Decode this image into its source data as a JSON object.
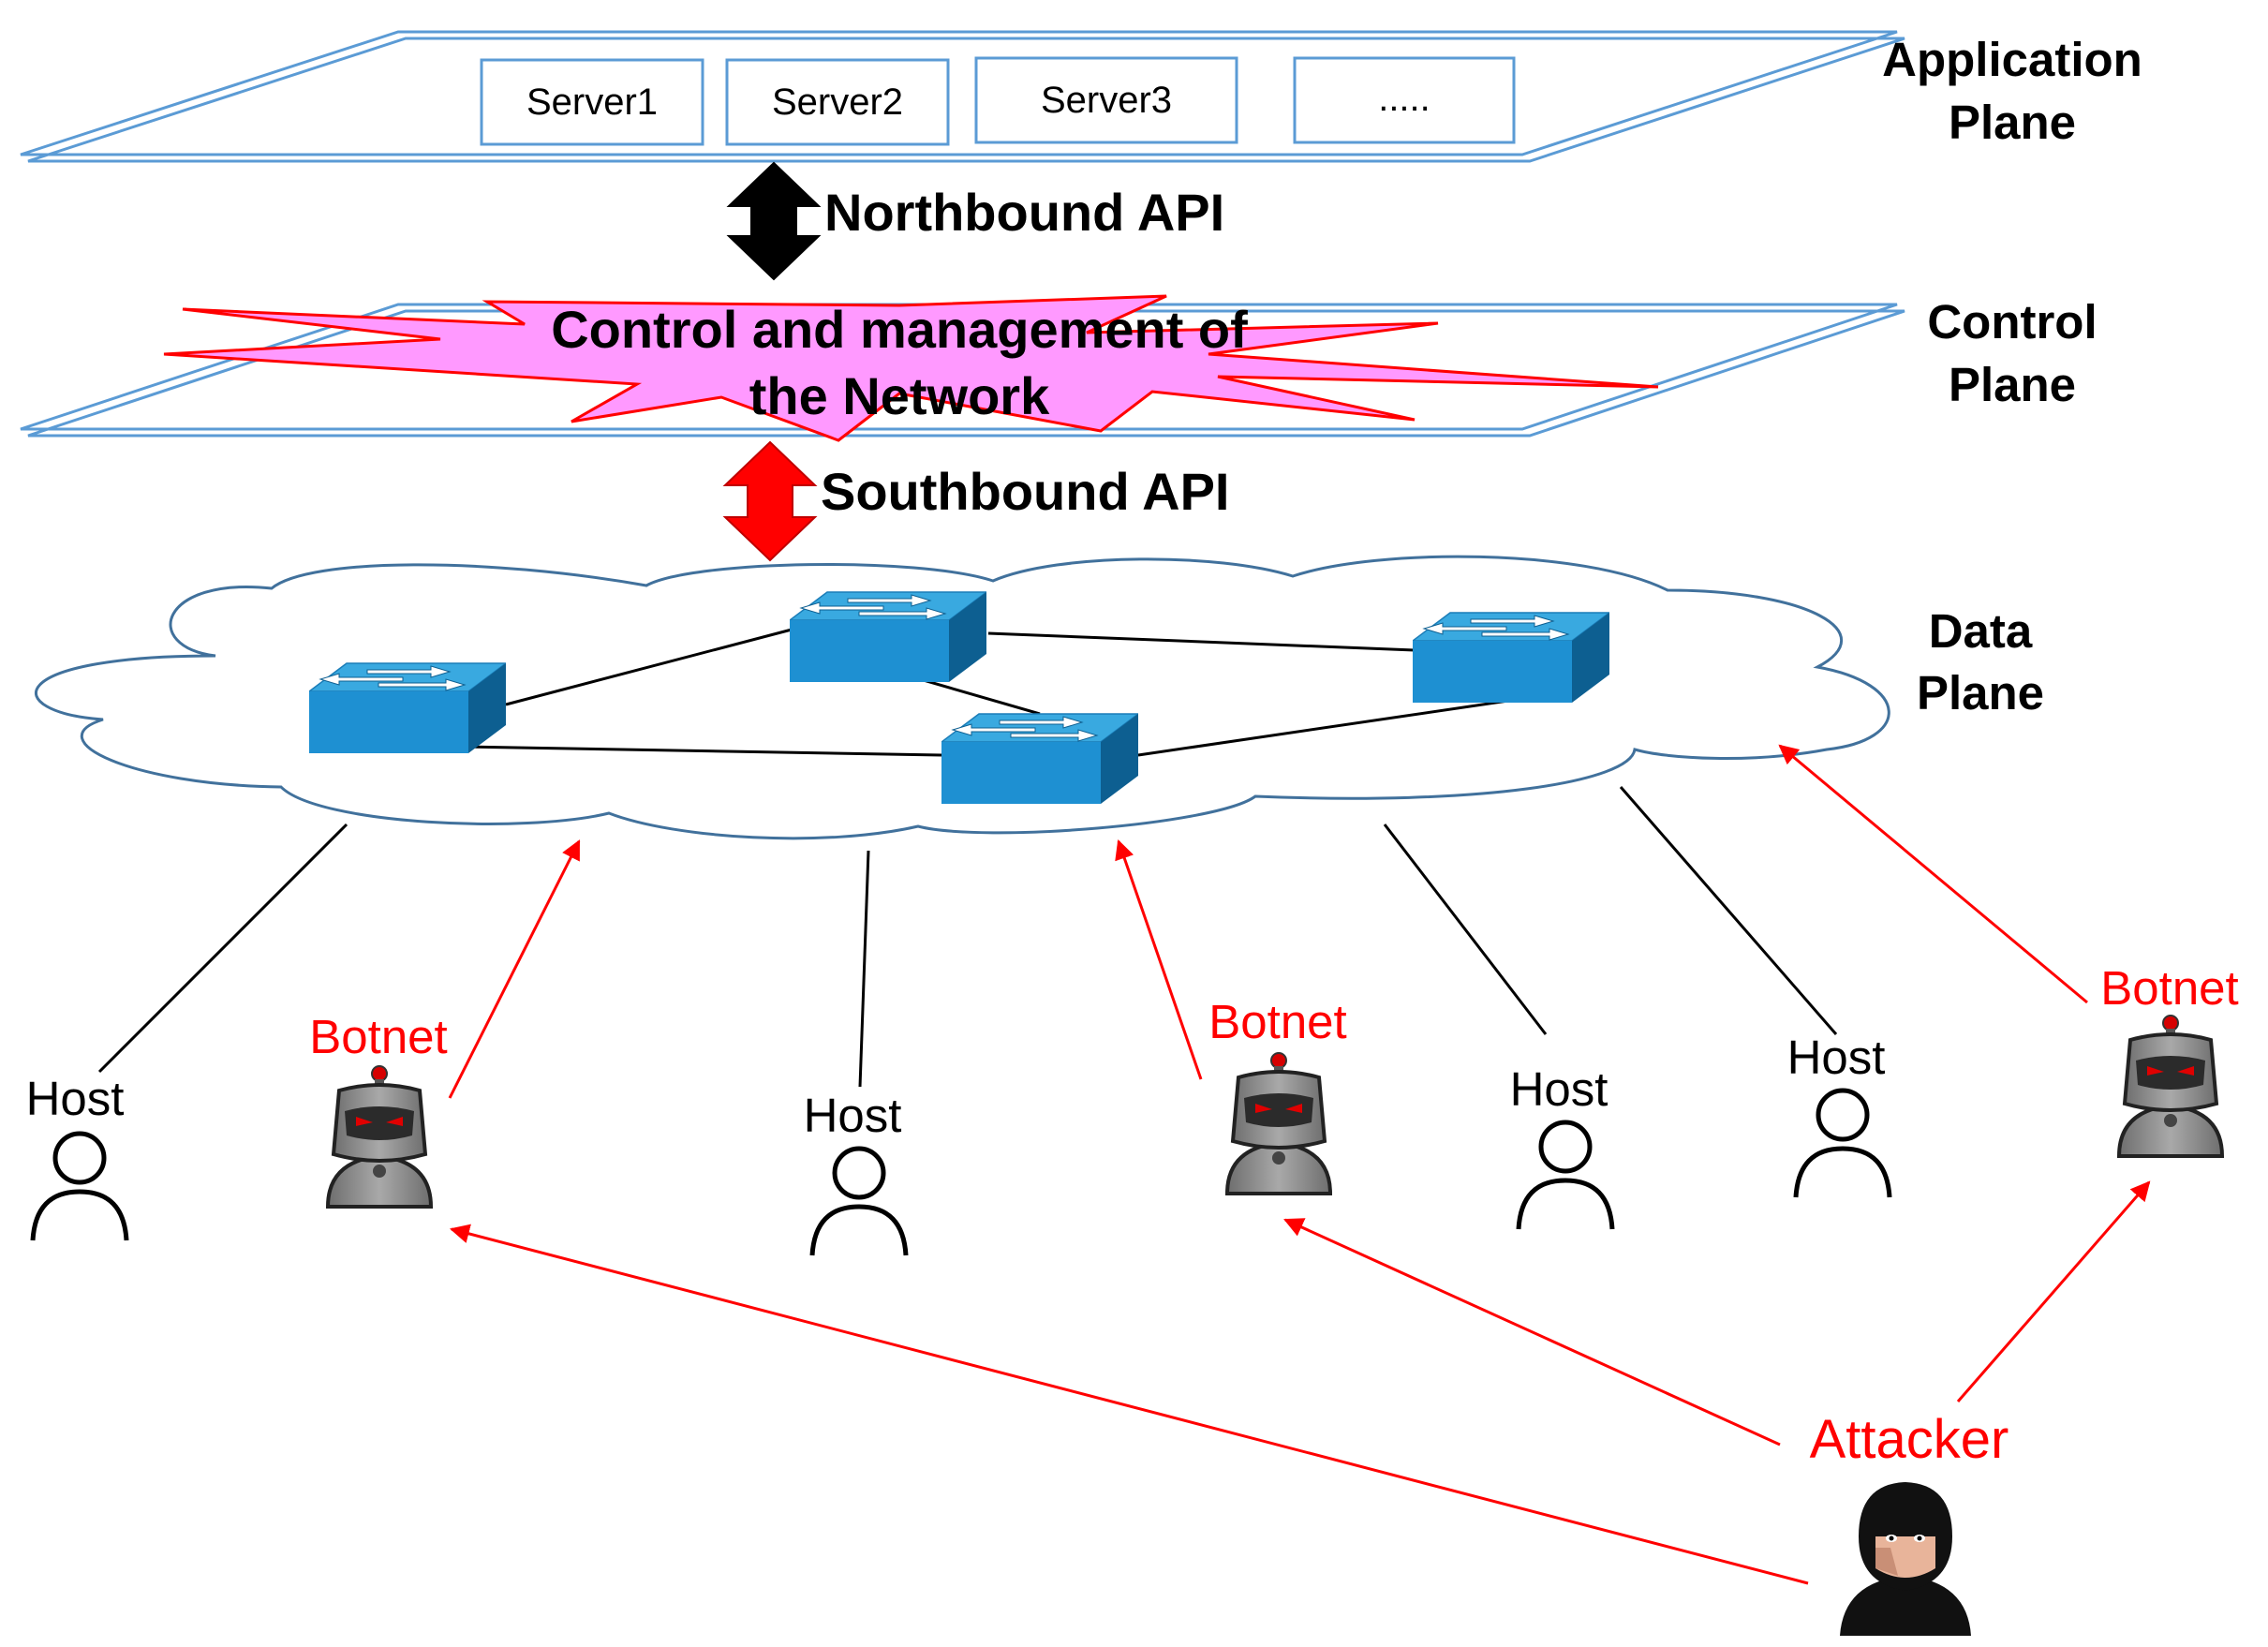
{
  "application_plane": {
    "label_line1": "Application",
    "label_line2": "Plane",
    "servers": [
      "Server1",
      "Server2",
      "Server3",
      "....."
    ]
  },
  "northbound_api": "Northbound API",
  "control_plane": {
    "label_line1": "Control",
    "label_line2": "Plane",
    "center_line1": "Control and management of",
    "center_line2": "the Network"
  },
  "southbound_api": "Southbound API",
  "data_plane": {
    "label_line1": "Data",
    "label_line2": "Plane"
  },
  "nodes": {
    "host1": "Host",
    "botnet1": "Botnet",
    "host2": "Host",
    "botnet2": "Botnet",
    "host3": "Host",
    "host4": "Host",
    "botnet3": "Botnet",
    "attacker": "Attacker"
  },
  "colors": {
    "plane_outline": "#5b9bd5",
    "attack_arrow": "#ff0000",
    "starburst_fill": "#ff99ff",
    "switch_top": "#2f9fd8",
    "switch_side": "#0e6fa6",
    "cloud_outline": "#41719c"
  }
}
